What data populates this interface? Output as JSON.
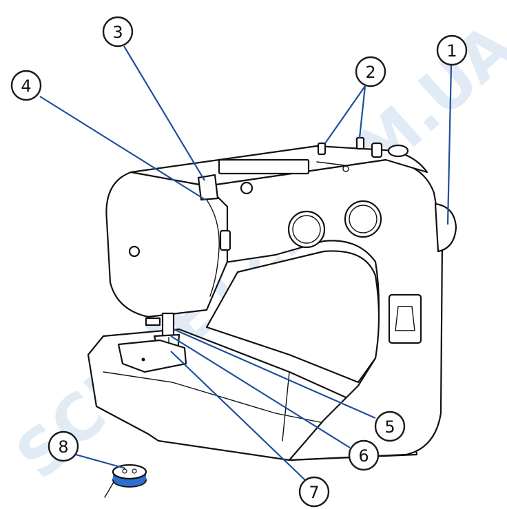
{
  "callouts": [
    {
      "number": "1"
    },
    {
      "number": "2"
    },
    {
      "number": "3"
    },
    {
      "number": "4"
    },
    {
      "number": "5"
    },
    {
      "number": "6"
    },
    {
      "number": "7"
    },
    {
      "number": "8"
    }
  ],
  "watermark": "SCHNETZ.COM.UA",
  "colors": {
    "leader": "#1f4e9c",
    "watermark": "#c9dcee",
    "bobbin_thread": "#2f6fd0"
  }
}
